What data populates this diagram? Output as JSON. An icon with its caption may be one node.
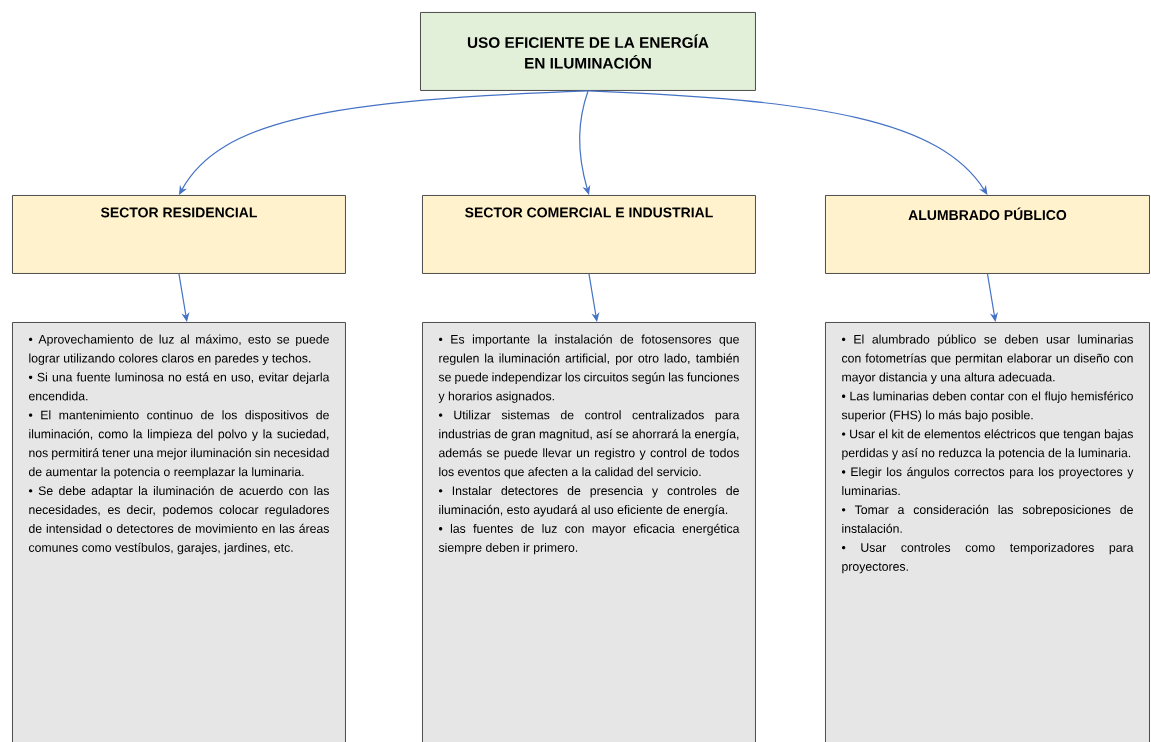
{
  "diagram": {
    "nodes": [
      {
        "text": [
          "USO EFICIENTE DE LA ENERGÍA EN ILUMINACIÓN"
        ]
      },
      {
        "text": [
          "SECTOR RESIDENCIAL"
        ]
      },
      {
        "text": [
          "SECTOR COMERCIAL E INDUSTRIAL"
        ]
      },
      {
        "text": [
          "ALUMBRADO PÚBLICO"
        ]
      },
      {
        "text": [
          "• Aprovechamiento de luz al máximo, esto se puede lograr utilizando colores claros en paredes y techos.",
          "• Si una fuente luminosa no está en uso, evitar dejarla encendida.",
          "• El mantenimiento continuo de los dispositivos de iluminación, como la limpieza del polvo y la suciedad, nos permitirá tener una mejor iluminación sin necesidad de aumentar la potencia o reemplazar la luminaria.",
          "• Se debe adaptar la iluminación de acuerdo con las necesidades, es decir, podemos colocar reguladores de intensidad o detectores de movimiento en las áreas comunes como vestíbulos, garajes, jardines, etc."
        ]
      },
      {
        "text": [
          "• Es importante la instalación de fotosensores que regulen la iluminación artificial, por otro lado, también se puede independizar los circuitos según las funciones y horarios asignados.",
          "• Utilizar sistemas de control centralizados para industrias de gran magnitud, así se ahorrará la energía, además se puede llevar un registro y control de todos los eventos que afecten a la calidad del servicio.",
          "• Instalar detectores de presencia y controles de iluminación, esto ayudará al uso eficiente de energía.",
          "• las fuentes de luz con mayor eficacia energética siempre deben ir primero."
        ]
      },
      {
        "text": [
          "• El alumbrado público se deben usar luminarias con fotometrías que permitan elaborar un diseño con mayor distancia y una altura adecuada.",
          "• Las luminarias deben contar con el flujo hemisférico superior (FHS) lo más bajo posible.",
          "• Usar el kit de elementos eléctricos que tengan bajas perdidas y así no reduzca la potencia de la luminaria.",
          "• Elegir los ángulos correctos para los proyectores y luminarias.",
          "• Tomar a consideración las sobreposiciones de instalación.",
          "• Usar controles como temporizadores para proyectores."
        ]
      }
    ],
    "edges": [
      {
        "from": 0,
        "to": 1,
        "arrow": "to"
      },
      {
        "from": 0,
        "to": 2,
        "arrow": "to"
      },
      {
        "from": 0,
        "to": 3,
        "arrow": "to"
      },
      {
        "from": 1,
        "to": 4,
        "arrow": "to"
      },
      {
        "from": 2,
        "to": 5,
        "arrow": "to"
      },
      {
        "from": 3,
        "to": 6,
        "arrow": "to"
      }
    ]
  }
}
